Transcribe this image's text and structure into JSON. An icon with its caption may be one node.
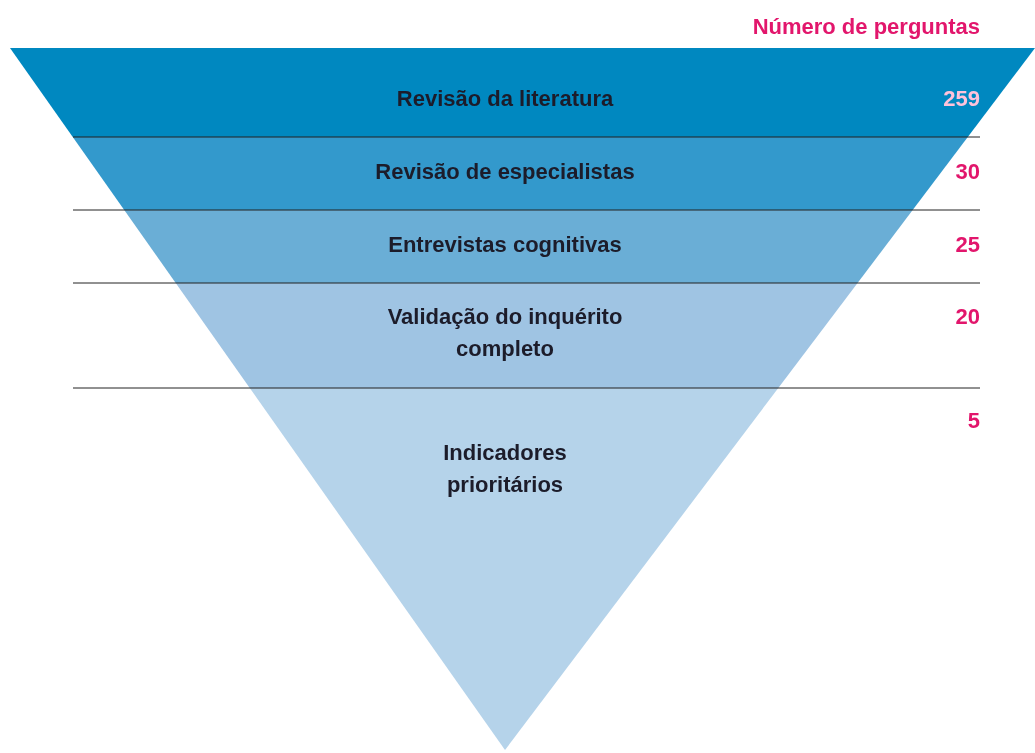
{
  "diagram": {
    "nodes": [
      {
        "text": [
          "Revisão da literatura"
        ]
      },
      {
        "text": [
          "Revisão de especialistas"
        ]
      },
      {
        "text": [
          "Entrevistas cognitivas"
        ]
      },
      {
        "text": [
          "Validação do inquérito completo"
        ]
      },
      {
        "text": [
          "Indicadores prioritários"
        ]
      }
    ],
    "labels": [
      "Número de perguntas",
      "259",
      "30",
      "25",
      "20",
      "5"
    ]
  }
}
